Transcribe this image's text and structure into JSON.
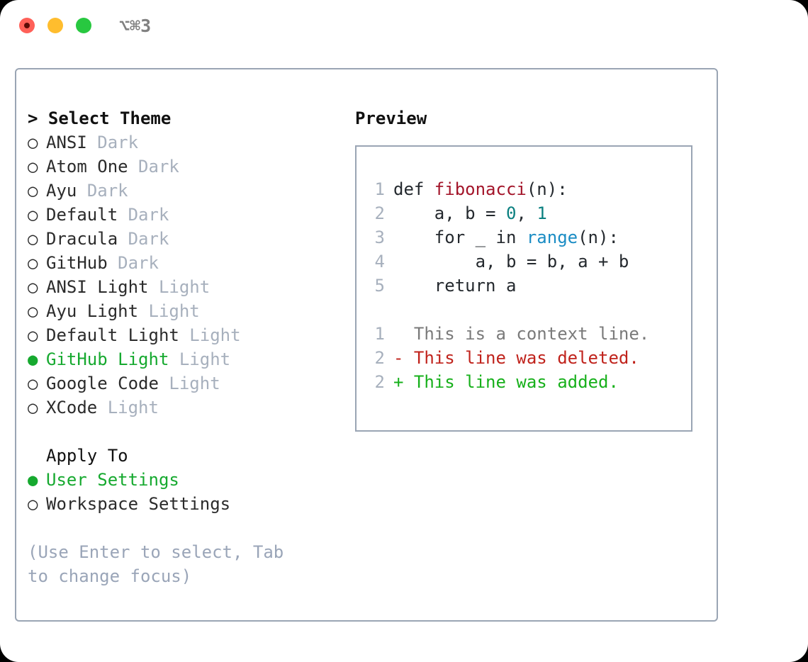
{
  "titlebar": {
    "shortcut": "⌥⌘3",
    "buttons": [
      {
        "name": "close",
        "color": "#FF6058"
      },
      {
        "name": "minimize",
        "color": "#FFBD2E"
      },
      {
        "name": "maximize",
        "color": "#28C840"
      }
    ]
  },
  "theme_picker": {
    "header": "> Select Theme",
    "marker_unselected": "○",
    "marker_selected": "●",
    "items": [
      {
        "name": "ANSI",
        "category": "Dark",
        "selected": false
      },
      {
        "name": "Atom One",
        "category": "Dark",
        "selected": false
      },
      {
        "name": "Ayu",
        "category": "Dark",
        "selected": false
      },
      {
        "name": "Default",
        "category": "Dark",
        "selected": false
      },
      {
        "name": "Dracula",
        "category": "Dark",
        "selected": false
      },
      {
        "name": "GitHub",
        "category": "Dark",
        "selected": false
      },
      {
        "name": "ANSI Light",
        "category": "Light",
        "selected": false
      },
      {
        "name": "Ayu Light",
        "category": "Light",
        "selected": false
      },
      {
        "name": "Default Light",
        "category": "Light",
        "selected": false
      },
      {
        "name": "GitHub Light",
        "category": "Light",
        "selected": true
      },
      {
        "name": "Google Code",
        "category": "Light",
        "selected": false
      },
      {
        "name": "XCode",
        "category": "Light",
        "selected": false
      }
    ]
  },
  "apply_to": {
    "header": "Apply To",
    "options": [
      {
        "label": "User Settings",
        "selected": true
      },
      {
        "label": "Workspace Settings",
        "selected": false
      }
    ]
  },
  "hint": "(Use Enter to select, Tab to change focus)",
  "preview": {
    "title": "Preview",
    "code_lines": [
      {
        "num": "1",
        "tokens": [
          {
            "t": "def ",
            "c": "plain"
          },
          {
            "t": "fibonacci",
            "c": "fn"
          },
          {
            "t": "(n):",
            "c": "plain"
          }
        ]
      },
      {
        "num": "2",
        "tokens": [
          {
            "t": "    a, b = ",
            "c": "plain"
          },
          {
            "t": "0",
            "c": "num"
          },
          {
            "t": ", ",
            "c": "plain"
          },
          {
            "t": "1",
            "c": "num"
          }
        ]
      },
      {
        "num": "3",
        "tokens": [
          {
            "t": "    for _ in ",
            "c": "plain"
          },
          {
            "t": "range",
            "c": "call"
          },
          {
            "t": "(n):",
            "c": "plain"
          }
        ]
      },
      {
        "num": "4",
        "tokens": [
          {
            "t": "        a, b = b, a + b",
            "c": "plain"
          }
        ]
      },
      {
        "num": "5",
        "tokens": [
          {
            "t": "    return a",
            "c": "plain"
          }
        ]
      }
    ],
    "diff_lines": [
      {
        "num": "1",
        "prefix": "  ",
        "text": "This is a context line.",
        "kind": "ctx"
      },
      {
        "num": "2",
        "prefix": "- ",
        "text": "This line was deleted.",
        "kind": "del"
      },
      {
        "num": "2",
        "prefix": "+ ",
        "text": "This line was added.",
        "kind": "add"
      }
    ]
  },
  "colors": {
    "selected_green": "#16a92f",
    "category_gray": "#a7b0bd",
    "border": "#9aa5b4",
    "hint_gray": "#9aa5b8",
    "token_function": "#a3152a",
    "token_number": "#0b8080",
    "token_call": "#1a8cc4",
    "diff_deleted": "#c0231c",
    "diff_added": "#17b01b",
    "diff_context": "#7a7a7a"
  }
}
